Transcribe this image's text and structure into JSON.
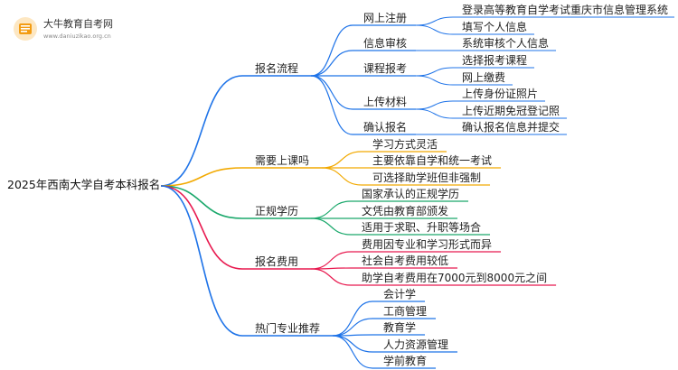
{
  "logo": {
    "name": "大牛教育自考网",
    "url": "www.daniuzikao.org.cn"
  },
  "root": "2025年西南大学自考本科报名",
  "branches": [
    {
      "label": "报名流程",
      "color": "#1e73e8",
      "children": [
        {
          "label": "网上注册",
          "children": [
            "登录高等教育自学考试重庆市信息管理系统",
            "填写个人信息"
          ]
        },
        {
          "label": "信息审核",
          "children": [
            "系统审核个人信息"
          ]
        },
        {
          "label": "课程报考",
          "children": [
            "选择报考课程",
            "网上缴费"
          ]
        },
        {
          "label": "上传材料",
          "children": [
            "上传身份证照片",
            "上传近期免冠登记照"
          ]
        },
        {
          "label": "确认报名",
          "children": [
            "确认报名信息并提交"
          ]
        }
      ]
    },
    {
      "label": "需要上课吗",
      "color": "#f2a900",
      "children": [
        {
          "label": "学习方式灵活"
        },
        {
          "label": "主要依靠自学和统一考试"
        },
        {
          "label": "可选择助学班但非强制"
        }
      ]
    },
    {
      "label": "正规学历",
      "color": "#1aa86b",
      "children": [
        {
          "label": "国家承认的正规学历"
        },
        {
          "label": "文凭由教育部颁发"
        },
        {
          "label": "适用于求职、升职等场合"
        }
      ]
    },
    {
      "label": "报名费用",
      "color": "#e8194f",
      "children": [
        {
          "label": "费用因专业和学习形式而异"
        },
        {
          "label": "社会自考费用较低"
        },
        {
          "label": "助学自考费用在7000元到8000元之间"
        }
      ]
    },
    {
      "label": "热门专业推荐",
      "color": "#1e73e8",
      "children": [
        {
          "label": "会计学"
        },
        {
          "label": "工商管理"
        },
        {
          "label": "教育学"
        },
        {
          "label": "人力资源管理"
        },
        {
          "label": "学前教育"
        }
      ]
    }
  ]
}
